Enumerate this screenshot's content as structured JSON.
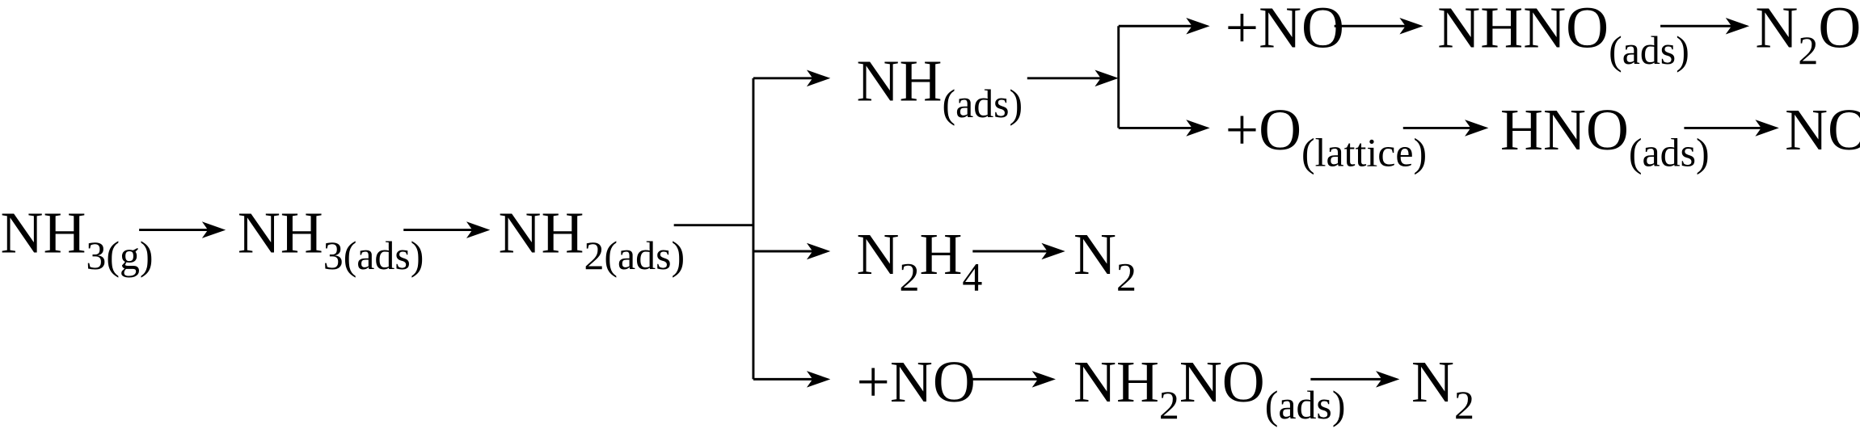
{
  "diagram": {
    "main": [
      {
        "base": "NH",
        "sub": "3(g)"
      },
      {
        "base": "NH",
        "sub": "3(ads)"
      },
      {
        "base": "NH",
        "sub": "2(ads)"
      }
    ],
    "branch_nh": {
      "base": "NH",
      "sub": "(ads)"
    },
    "branch_nh_no": {
      "reagent": "+NO",
      "intermediate": {
        "a": "NHNO",
        "sub": "(ads)"
      },
      "product": {
        "a": "N",
        "sub": "2",
        "b": "O"
      }
    },
    "branch_nh_o": {
      "reagent": {
        "a": "+O",
        "sub": "(lattice)"
      },
      "intermediate": {
        "a": "HNO",
        "sub": "(ads)"
      },
      "product": "NO"
    },
    "branch_n2h4": {
      "a": "N",
      "sub1": "2",
      "b": "H",
      "sub2": "4",
      "product": {
        "a": "N",
        "sub": "2"
      }
    },
    "branch_no": {
      "reagent": "+NO",
      "intermediate": {
        "a": "NH",
        "sub1": "2",
        "b": "NO",
        "sub2": "(ads)"
      },
      "product": {
        "a": "N",
        "sub": "2"
      }
    }
  }
}
